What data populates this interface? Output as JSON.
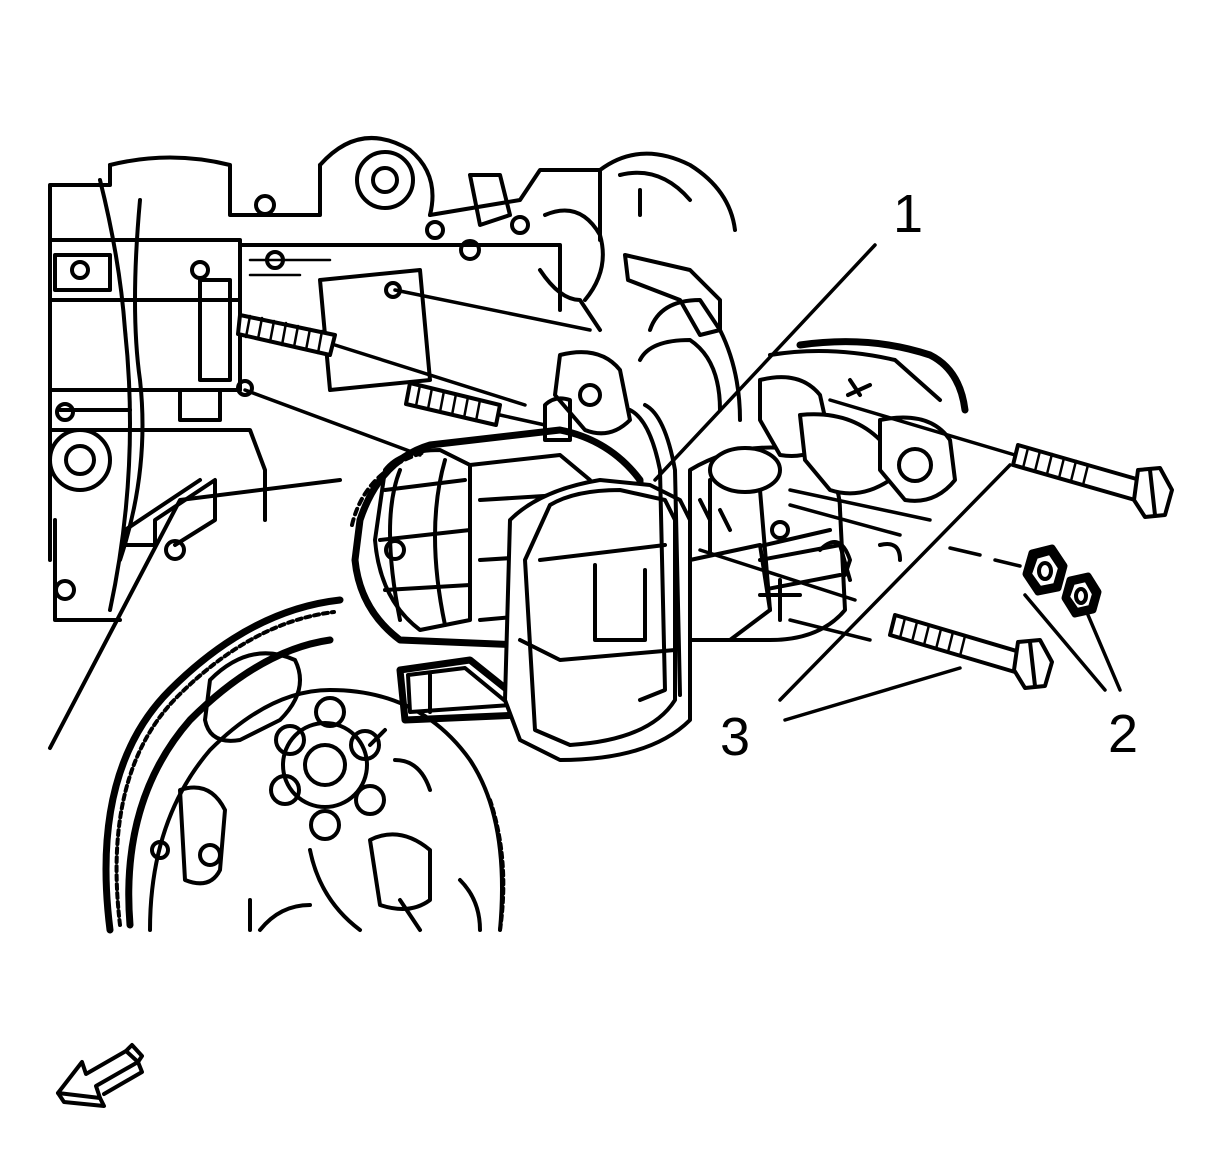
{
  "callouts": {
    "label_1": "1",
    "label_2": "2",
    "label_3": "3"
  },
  "colors": {
    "line": "#000000",
    "background": "#ffffff"
  },
  "icons": {
    "view_direction": "view-direction-arrow-icon"
  }
}
